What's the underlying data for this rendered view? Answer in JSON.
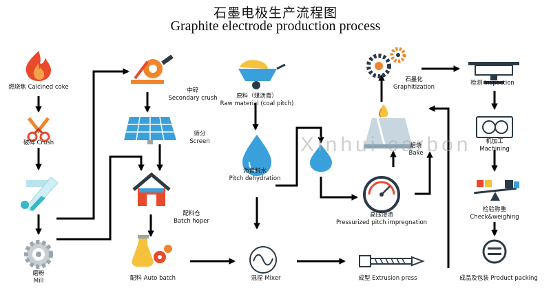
{
  "title_cn": "石墨电极生产流程图",
  "title_en": "Graphite electrode production process",
  "watermark": "Xinhui carbon",
  "steps": {
    "calcined_coke": "燃烧焦 Calcined coke",
    "crush": "破碎 Crush",
    "mill_cn": "磨粉",
    "mill_en": "Mill",
    "secondary_crush_cn": "中碎",
    "secondary_crush_en": "Secondary crush",
    "screen_cn": "筛分",
    "screen_en": "Screen",
    "batch_hopper_cn": "配料仓",
    "batch_hopper_en": "Batch hoper",
    "auto_batch": "配料 Auto batch",
    "mixer": "混捏 Mixer",
    "raw_material_cn": "原料（煤沥青）",
    "raw_material_en": "Raw material (coal pitch)",
    "pitch_dehydration_cn": "沥青脱水",
    "pitch_dehydration_en": "Pitch dehydration",
    "extrusion": "成型 Extrusion press",
    "impregnation_cn": "高压浸渍",
    "impregnation_en": "Pressurized pitch impregnation",
    "bake_cn": "焙烧",
    "bake_en": "Bake",
    "graphitization_cn": "石墨化",
    "graphitization_en": "Graphitization",
    "inspection": "检测 Inspection",
    "machining_cn": "机加工",
    "machining_en": "Machining",
    "check_weighing_cn": "检验称重",
    "check_weighing_en": "Check&weighing",
    "packing": "成品及包装 Product packing"
  },
  "icons": [
    "fire-icon",
    "scissors-icon",
    "test-tube-icon",
    "mill-gear-icon",
    "grinder-icon",
    "solar-screen-icon",
    "house-icon",
    "flask-gears-icon",
    "mixer-icon",
    "wheelbarrow-icon",
    "water-drop-icon",
    "water-drop-small-icon",
    "gauge-icon",
    "furnace-icon",
    "gears-icon",
    "press-icon",
    "machining-icon",
    "scale-icon",
    "packing-icon",
    "extrusion-screw-icon"
  ],
  "colors": {
    "accent_orange": "#f0852a",
    "accent_red": "#e94a2c",
    "accent_blue": "#3aa0dc",
    "accent_yellow": "#f6c23b",
    "dark": "#2b3a46",
    "line": "#000000"
  }
}
